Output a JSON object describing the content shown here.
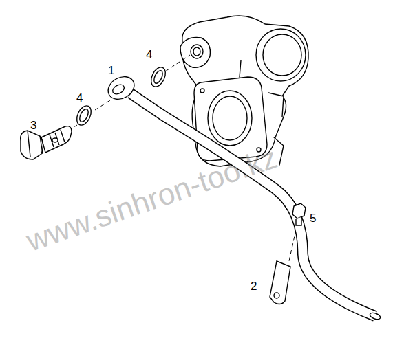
{
  "diagram": {
    "labels": [
      "1",
      "4",
      "4",
      "3",
      "5",
      "2",
      "www.sinhron-too.kz"
    ]
  }
}
